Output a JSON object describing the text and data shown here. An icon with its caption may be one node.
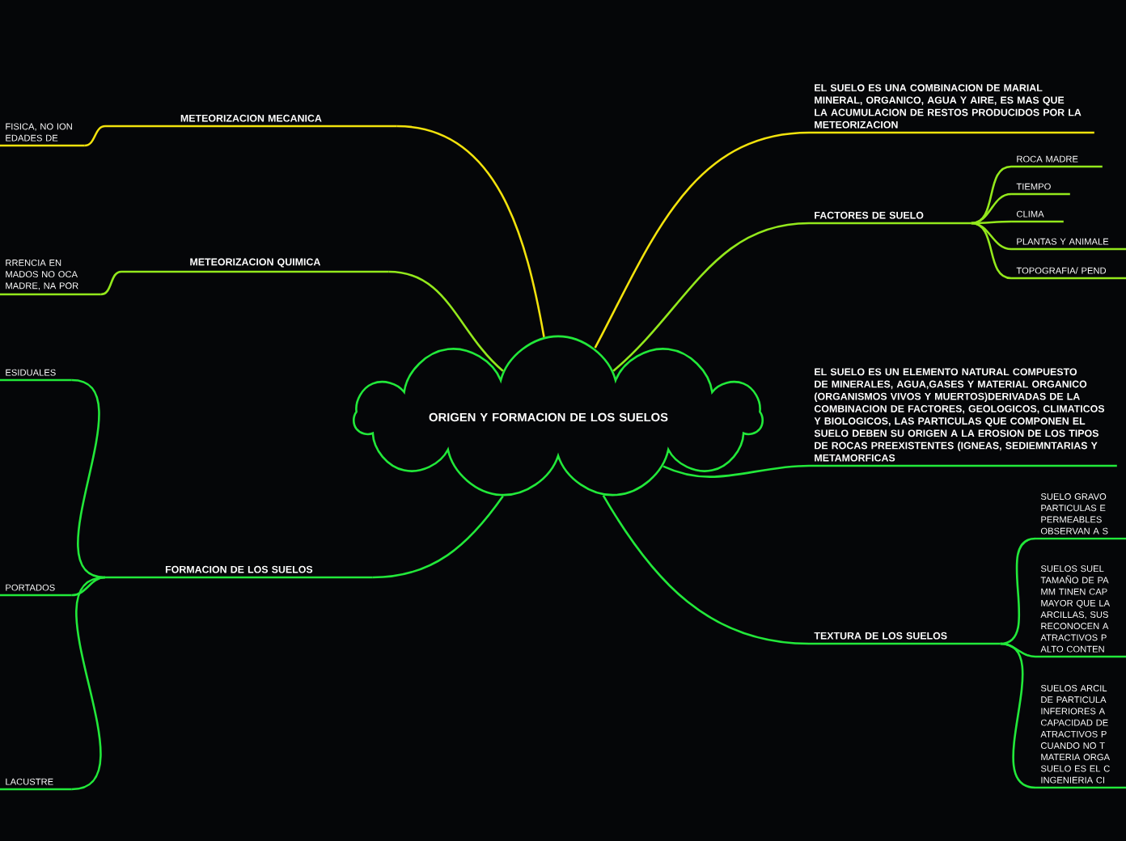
{
  "diagram": {
    "nodes": [
      {
        "text": [
          "ORIGEN Y FORMACION DE LOS SUELOS"
        ]
      },
      {
        "text": [
          "METEORIZACION MECANICA"
        ]
      },
      {
        "text": [
          "FISICA, NO ION EDADES DE"
        ]
      },
      {
        "text": [
          "METEORIZACION QUIMICA"
        ]
      },
      {
        "text": [
          "RRENCIA EN MADOS NO OCA MADRE, NA POR"
        ]
      },
      {
        "text": [
          "FORMACION DE LOS SUELOS"
        ]
      },
      {
        "text": [
          "ESIDUALES"
        ]
      },
      {
        "text": [
          "PORTADOS"
        ]
      },
      {
        "text": [
          "LACUSTRE"
        ]
      },
      {
        "text": [
          "EL SUELO ES UNA COMBINACION DE MARIAL MINERAL, ORGANICO, AGUA Y AIRE, ES MAS QUE LA ACUMULACION DE RESTOS PRODUCIDOS POR LA METEORIZACION"
        ]
      },
      {
        "text": [
          "FACTORES DE SUELO"
        ]
      },
      {
        "text": [
          "ROCA MADRE"
        ]
      },
      {
        "text": [
          "TIEMPO"
        ]
      },
      {
        "text": [
          "CLIMA"
        ]
      },
      {
        "text": [
          "PLANTAS Y ANIMALE"
        ]
      },
      {
        "text": [
          "TOPOGRAFIA/ PEND"
        ]
      },
      {
        "text": [
          "EL SUELO ES UN ELEMENTO NATURAL COMPUESTO DE MINERALES, AGUA,GASES Y MATERIAL ORGANICO (ORGANISMOS VIVOS Y MUERTOS)DERIVADAS DE LA COMBINACION DE FACTORES, GEOLOGICOS, CLIMATICOS Y BIOLOGICOS, LAS PARTICULAS QUE COMPONEN EL SUELO DEBEN SU ORIGEN A LA EROSION DE LOS TIPOS DE ROCAS PREEXISTENTES (IGNEAS, SEDIEMNTARIAS Y METAMORFICAS"
        ]
      },
      {
        "text": [
          "TEXTURA DE LOS SUELOS"
        ]
      },
      {
        "text": [
          "SUELO GRAVO PARTICULAS E PERMEABLES OBSERVAN A S"
        ]
      },
      {
        "text": [
          "SUELOS SUEL TAMAÑO DE PA MM TINEN CAP MAYOR QUE LA ARCILLAS, SUS RECONOCEN A ATRACTIVOS P ALTO CONTEN"
        ]
      },
      {
        "text": [
          "SUELOS ARCIL DE PARTICULA INFERIORES A CAPACIDAD DE ATRACTIVOS P CUANDO NO T MATERIA ORGA SUELO ES EL C INGENIERIA CI"
        ]
      }
    ],
    "edges": [
      {
        "from": 0,
        "to": 1,
        "arrow": "none",
        "color": "#f2e20c"
      },
      {
        "from": 1,
        "to": 2,
        "arrow": "none",
        "color": "#f2e20c"
      },
      {
        "from": 0,
        "to": 3,
        "arrow": "none",
        "color": "#93e81c"
      },
      {
        "from": 3,
        "to": 4,
        "arrow": "none",
        "color": "#93e81c"
      },
      {
        "from": 0,
        "to": 5,
        "arrow": "none"
      },
      {
        "from": 5,
        "to": 6,
        "arrow": "none"
      },
      {
        "from": 5,
        "to": 7,
        "arrow": "none"
      },
      {
        "from": 5,
        "to": 8,
        "arrow": "none"
      },
      {
        "from": 0,
        "to": 9,
        "arrow": "none",
        "color": "#f2e20c"
      },
      {
        "from": 0,
        "to": 10,
        "arrow": "none",
        "color": "#93e81c"
      },
      {
        "from": 10,
        "to": 11,
        "arrow": "none",
        "color": "#93e81c"
      },
      {
        "from": 10,
        "to": 12,
        "arrow": "none",
        "color": "#93e81c"
      },
      {
        "from": 10,
        "to": 13,
        "arrow": "none",
        "color": "#93e81c"
      },
      {
        "from": 10,
        "to": 14,
        "arrow": "none",
        "color": "#93e81c"
      },
      {
        "from": 10,
        "to": 15,
        "arrow": "none",
        "color": "#93e81c"
      },
      {
        "from": 0,
        "to": 16,
        "arrow": "none"
      },
      {
        "from": 0,
        "to": 17,
        "arrow": "none"
      },
      {
        "from": 17,
        "to": 18,
        "arrow": "none"
      },
      {
        "from": 17,
        "to": 19,
        "arrow": "none"
      },
      {
        "from": 17,
        "to": 20,
        "arrow": "none"
      }
    ]
  }
}
